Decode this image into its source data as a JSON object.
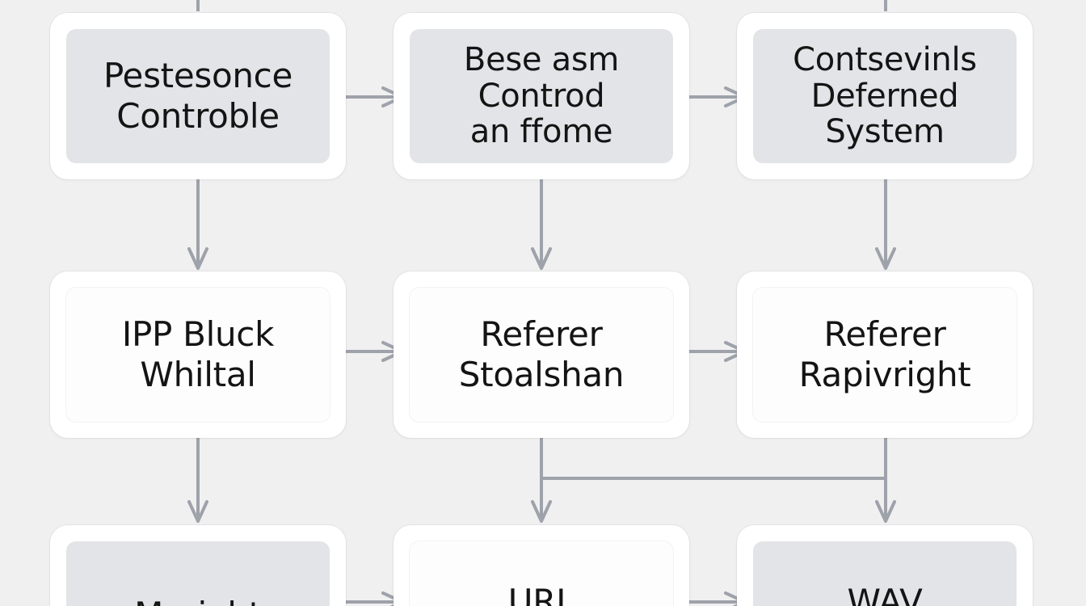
{
  "colors": {
    "background": "#f0f0f1",
    "box": "#ffffff",
    "box_inner_shaded": "#e3e4e7",
    "box_inner_light": "#fdfdfd",
    "connector": "#9ea2aa",
    "text": "#141414"
  },
  "nodes": [
    {
      "id": "n1",
      "text": "Pestesonce\nControble",
      "style": "shaded"
    },
    {
      "id": "n2",
      "text": "Bese asm\nControd\nan ffome",
      "style": "shaded"
    },
    {
      "id": "n3",
      "text": "Contsevinls\nDeferned\nSystem",
      "style": "shaded"
    },
    {
      "id": "n4",
      "text": "IPP Bluck\nWhiltal",
      "style": "light"
    },
    {
      "id": "n5",
      "text": "Referer\nStoalshan",
      "style": "light"
    },
    {
      "id": "n6",
      "text": "Referer\nRapivright",
      "style": "light"
    },
    {
      "id": "n7",
      "text": "Mariaht",
      "style": "shaded"
    },
    {
      "id": "n8",
      "text": "URL",
      "style": "light"
    },
    {
      "id": "n9",
      "text": "WAV",
      "style": "shaded"
    }
  ],
  "edges": [
    {
      "from": "n1",
      "to": "n2"
    },
    {
      "from": "n2",
      "to": "n3"
    },
    {
      "from": "n1",
      "to": "n4"
    },
    {
      "from": "n2",
      "to": "n5"
    },
    {
      "from": "n3",
      "to": "n6"
    },
    {
      "from": "n4",
      "to": "n5"
    },
    {
      "from": "n5",
      "to": "n6"
    },
    {
      "from": "n4",
      "to": "n7"
    },
    {
      "from": "n5",
      "to": "n8"
    },
    {
      "from": "n6",
      "to": "n8"
    },
    {
      "from": "n5",
      "to": "n9"
    },
    {
      "from": "n6",
      "to": "n9"
    },
    {
      "from": "n7",
      "to": "n8"
    },
    {
      "from": "n8",
      "to": "n9"
    }
  ]
}
